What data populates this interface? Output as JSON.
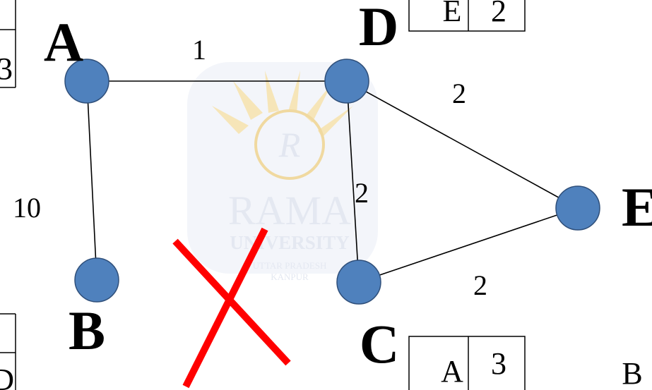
{
  "colors": {
    "node_fill": "#4f81bd",
    "node_stroke": "#2f4f7a",
    "edge": "#000000",
    "cross": "#ff0000",
    "watermark": "#e8ecf5",
    "watermark_sun": "#f6e5b8"
  },
  "watermark": {
    "letter": "R",
    "name": "RAMA",
    "subtitle": "UNIVERSITY",
    "state": "UTTAR PRADESH",
    "city": "KANPUR"
  },
  "nodes": {
    "A": "A",
    "B": "B",
    "C": "C",
    "D": "D",
    "E": "E"
  },
  "edge_weights": {
    "A_D": "1",
    "A_B": "10",
    "D_C": "2",
    "D_E": "2",
    "C_E": "2"
  },
  "tables": {
    "top_left_fragment": "3",
    "top_right": {
      "dest": "E",
      "cost": "2"
    },
    "bottom_middle": {
      "dest": "A",
      "cost": "3"
    },
    "bottom_left_fragment": "D",
    "bottom_right_text": "B"
  }
}
